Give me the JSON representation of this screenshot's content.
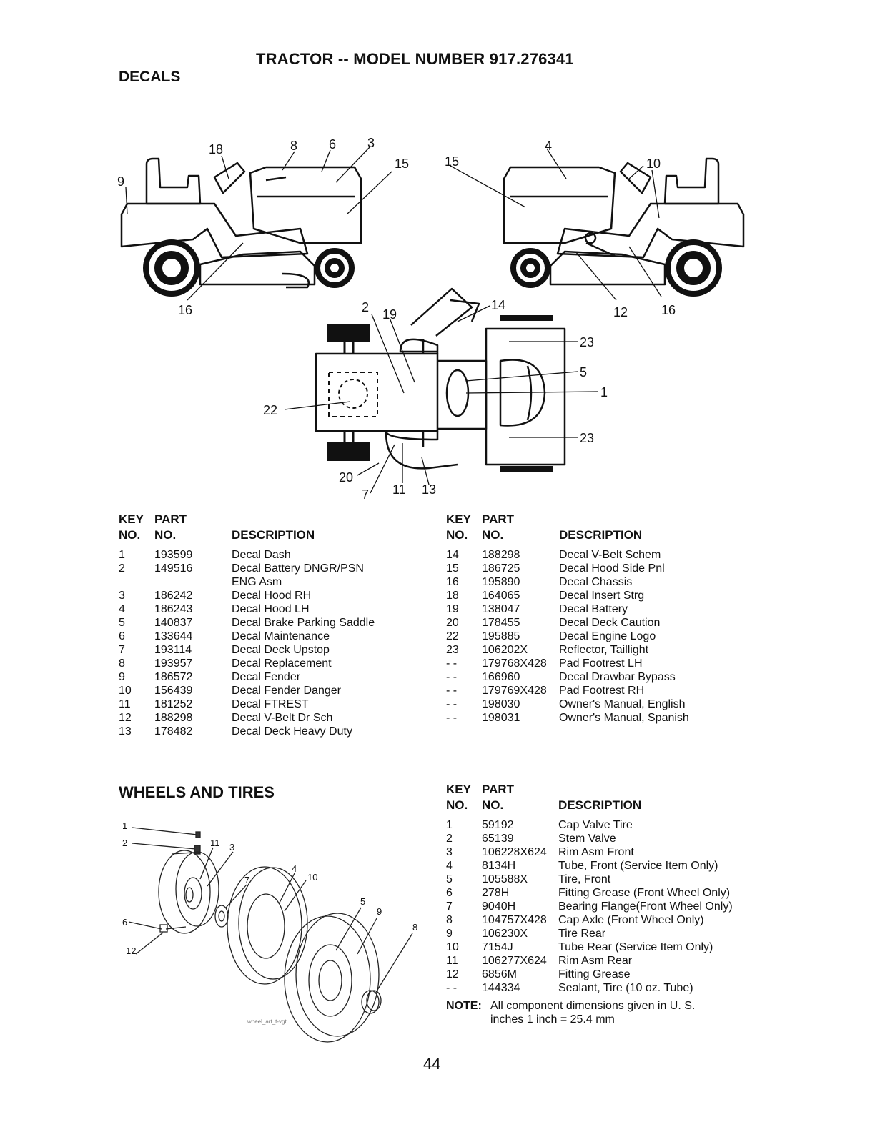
{
  "header": {
    "title": "TRACTOR -- MODEL NUMBER 917.276341",
    "section": "DECALS"
  },
  "decals_diagram": {
    "callouts": [
      "18",
      "8",
      "6",
      "3",
      "15",
      "9",
      "16",
      "15",
      "4",
      "10",
      "12",
      "16",
      "2",
      "19",
      "14",
      "23",
      "5",
      "1",
      "22",
      "23",
      "20",
      "7",
      "11",
      "13"
    ]
  },
  "decals_table": {
    "headers": {
      "key_top": "KEY",
      "key_bottom": "NO.",
      "part_top": "PART",
      "part_bottom": "NO.",
      "desc": "DESCRIPTION"
    },
    "left_rows": [
      {
        "key": "1",
        "part": "193599",
        "desc": "Decal Dash"
      },
      {
        "key": "2",
        "part": "149516",
        "desc": "Decal Battery DNGR/PSN"
      },
      {
        "key": "",
        "part": "",
        "desc": "ENG Asm"
      },
      {
        "key": "3",
        "part": "186242",
        "desc": "Decal Hood RH"
      },
      {
        "key": "4",
        "part": "186243",
        "desc": "Decal Hood LH"
      },
      {
        "key": "5",
        "part": "140837",
        "desc": "Decal Brake Parking Saddle"
      },
      {
        "key": "6",
        "part": "133644",
        "desc": "Decal Maintenance"
      },
      {
        "key": "7",
        "part": "193114",
        "desc": "Decal Deck Upstop"
      },
      {
        "key": "8",
        "part": "193957",
        "desc": "Decal Replacement"
      },
      {
        "key": "9",
        "part": "186572",
        "desc": "Decal Fender"
      },
      {
        "key": "10",
        "part": "156439",
        "desc": "Decal Fender Danger"
      },
      {
        "key": "11",
        "part": "181252",
        "desc": "Decal FTREST"
      },
      {
        "key": "12",
        "part": "188298",
        "desc": "Decal V-Belt Dr Sch"
      },
      {
        "key": "13",
        "part": "178482",
        "desc": "Decal Deck Heavy Duty"
      }
    ],
    "right_rows": [
      {
        "key": "14",
        "part": "188298",
        "desc": "Decal V-Belt Schem"
      },
      {
        "key": "15",
        "part": "186725",
        "desc": "Decal Hood Side Pnl"
      },
      {
        "key": "16",
        "part": "195890",
        "desc": "Decal Chassis"
      },
      {
        "key": "18",
        "part": "164065",
        "desc": "Decal Insert Strg"
      },
      {
        "key": "19",
        "part": "138047",
        "desc": "Decal Battery"
      },
      {
        "key": "20",
        "part": "178455",
        "desc": "Decal Deck Caution"
      },
      {
        "key": "22",
        "part": "195885",
        "desc": "Decal Engine Logo"
      },
      {
        "key": "23",
        "part": "106202X",
        "desc": "Reflector, Taillight"
      },
      {
        "key": "- -",
        "part": "179768X428",
        "desc": "Pad Footrest LH"
      },
      {
        "key": "- -",
        "part": "166960",
        "desc": "Decal Drawbar Bypass"
      },
      {
        "key": "- -",
        "part": "179769X428",
        "desc": "Pad Footrest RH"
      },
      {
        "key": "- -",
        "part": "198030",
        "desc": "Owner's Manual, English"
      },
      {
        "key": "- -",
        "part": "198031",
        "desc": "Owner's Manual, Spanish"
      }
    ]
  },
  "wheels": {
    "section": "WHEELS AND TIRES",
    "callouts": [
      "1",
      "2",
      "11",
      "3",
      "4",
      "10",
      "7",
      "5",
      "9",
      "8",
      "6",
      "12"
    ],
    "art_code": "wheel_art_t-vgt",
    "headers": {
      "key_top": "KEY",
      "key_bottom": "NO.",
      "part_top": "PART",
      "part_bottom": "NO.",
      "desc": "DESCRIPTION"
    },
    "rows": [
      {
        "key": "1",
        "part": "59192",
        "desc": "Cap Valve Tire"
      },
      {
        "key": "2",
        "part": "65139",
        "desc": "Stem Valve"
      },
      {
        "key": "3",
        "part": "106228X624",
        "desc": "Rim Asm  Front"
      },
      {
        "key": "4",
        "part": "8134H",
        "desc": "Tube, Front (Service Item Only)"
      },
      {
        "key": "5",
        "part": "105588X",
        "desc": "Tire, Front"
      },
      {
        "key": "6",
        "part": "278H",
        "desc": "Fitting Grease (Front Wheel Only)"
      },
      {
        "key": "7",
        "part": "9040H",
        "desc": "Bearing Flange(Front Wheel Only)"
      },
      {
        "key": "8",
        "part": "104757X428",
        "desc": "Cap Axle (Front Wheel Only)"
      },
      {
        "key": "9",
        "part": "106230X",
        "desc": "Tire Rear"
      },
      {
        "key": "10",
        "part": "7154J",
        "desc": "Tube Rear (Service Item Only)"
      },
      {
        "key": "11",
        "part": "106277X624",
        "desc": "Rim Asm  Rear"
      },
      {
        "key": "12",
        "part": "6856M",
        "desc": "Fitting Grease"
      },
      {
        "key": "- -",
        "part": "144334",
        "desc": "Sealant, Tire (10 oz. Tube)"
      }
    ],
    "note_label": "NOTE:",
    "note_line1": "All component dimensions given in U. S.",
    "note_line2": "inches 1 inch = 25.4 mm"
  },
  "footer": {
    "page_number": "44"
  }
}
